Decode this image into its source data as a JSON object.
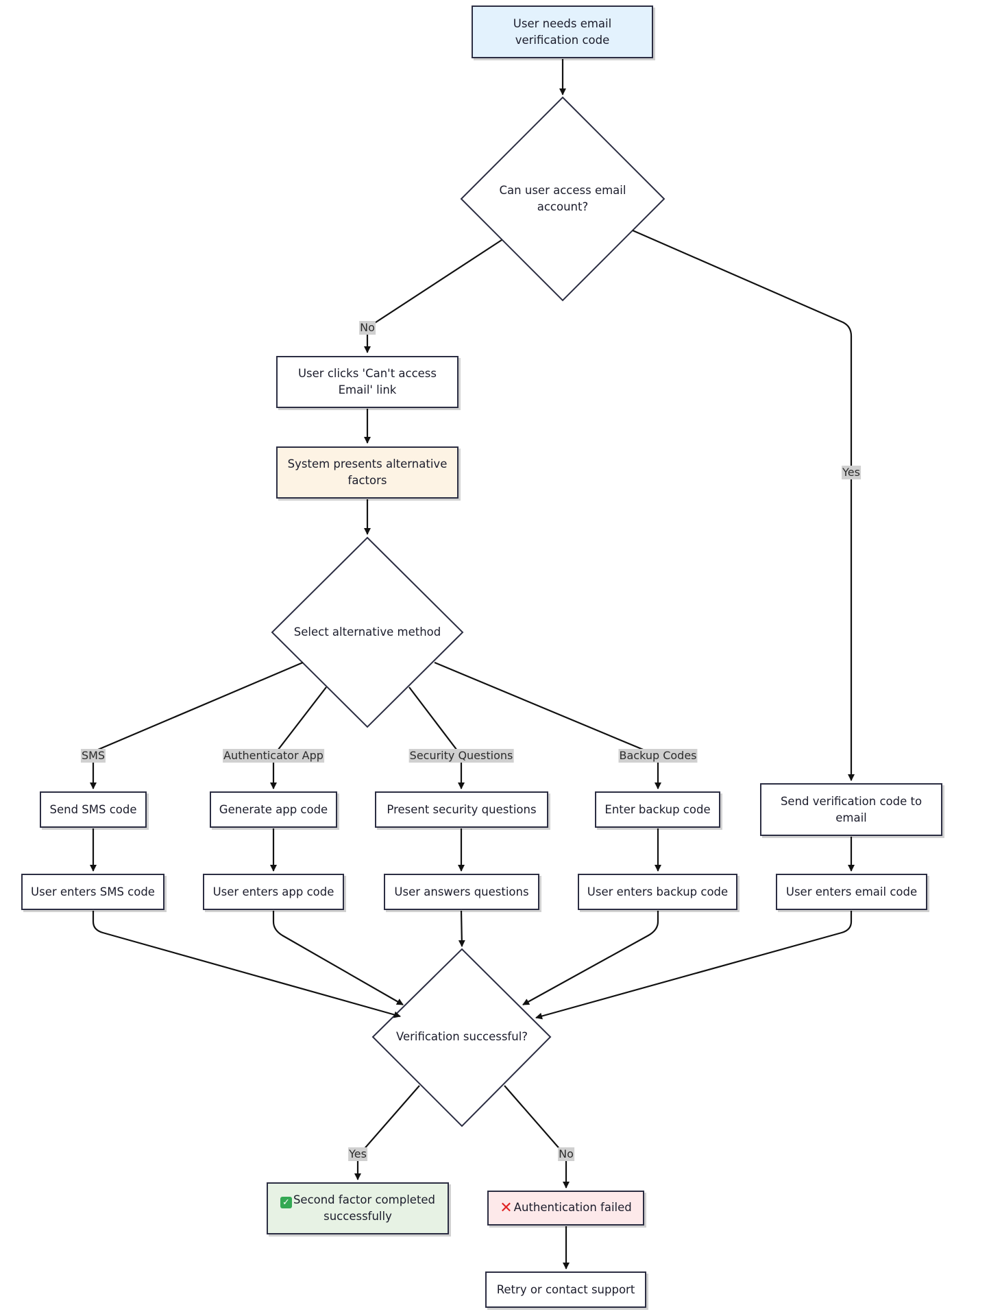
{
  "nodes": {
    "start": "User needs email verification code",
    "can_access": "Can user access email account?",
    "cant_access_link": "User clicks 'Can't access Email' link",
    "system_presents": "System presents alternative factors",
    "select_method": "Select alternative method",
    "send_sms": "Send SMS code",
    "generate_app": "Generate app code",
    "present_questions": "Present security questions",
    "enter_backup": "Enter backup code",
    "send_email": "Send verification code to email",
    "enter_sms": "User enters SMS code",
    "enter_app": "User enters app code",
    "answer_questions": "User answers questions",
    "enter_backup_code": "User enters backup code",
    "enter_email": "User enters email code",
    "verification": "Verification successful?",
    "success": "Second factor completed successfully",
    "failed": "Authentication failed",
    "retry": "Retry or contact support"
  },
  "edge_labels": {
    "no_email": "No",
    "yes_email": "Yes",
    "sms": "SMS",
    "auth_app": "Authenticator App",
    "security_q": "Security Questions",
    "backup": "Backup Codes",
    "yes_verify": "Yes",
    "no_verify": "No"
  },
  "icons": {
    "success": "check-mark-icon",
    "failed": "cross-mark-icon"
  },
  "colors": {
    "start_fill": "#e3f2fd",
    "system_fill": "#fdf3e4",
    "success_fill": "#e7f2e4",
    "failed_fill": "#fde9ea",
    "stroke": "#2b2d42"
  }
}
